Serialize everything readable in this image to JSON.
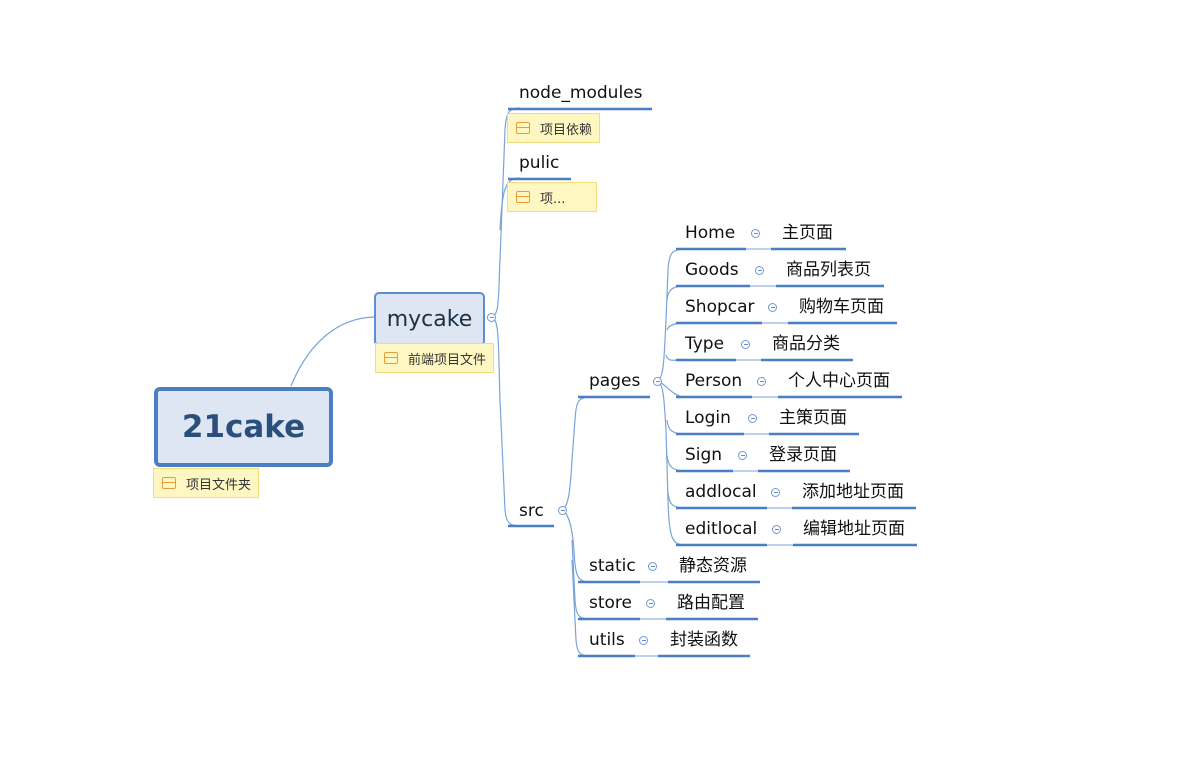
{
  "root": {
    "title": "21cake",
    "note": "项目文件夹"
  },
  "main": {
    "title": "mycake",
    "note": "前端项目文件"
  },
  "branches": {
    "node_modules": {
      "label": "node_modules",
      "note": "项目依赖"
    },
    "pulic": {
      "label": "pulic",
      "note": "项..."
    },
    "src": {
      "label": "src"
    }
  },
  "src": {
    "pages": {
      "label": "pages"
    },
    "pages_children": [
      {
        "label": "Home",
        "desc": "主页面"
      },
      {
        "label": "Goods",
        "desc": "商品列表页"
      },
      {
        "label": "Shopcar",
        "desc": "购物车页面"
      },
      {
        "label": "Type",
        "desc": "商品分类"
      },
      {
        "label": "Person",
        "desc": "个人中心页面"
      },
      {
        "label": "Login",
        "desc": "主策页面"
      },
      {
        "label": "Sign",
        "desc": "登录页面"
      },
      {
        "label": "addlocal",
        "desc": "添加地址页面"
      },
      {
        "label": "editlocal",
        "desc": "编辑地址页面"
      }
    ],
    "others": [
      {
        "label": "static",
        "desc": "静态资源"
      },
      {
        "label": "store",
        "desc": "路由配置"
      },
      {
        "label": "utils",
        "desc": "封装函数"
      }
    ]
  },
  "colors": {
    "line": "#6f98d1",
    "underline": "#4a7fc4",
    "note_bg": "#fff7c1"
  }
}
